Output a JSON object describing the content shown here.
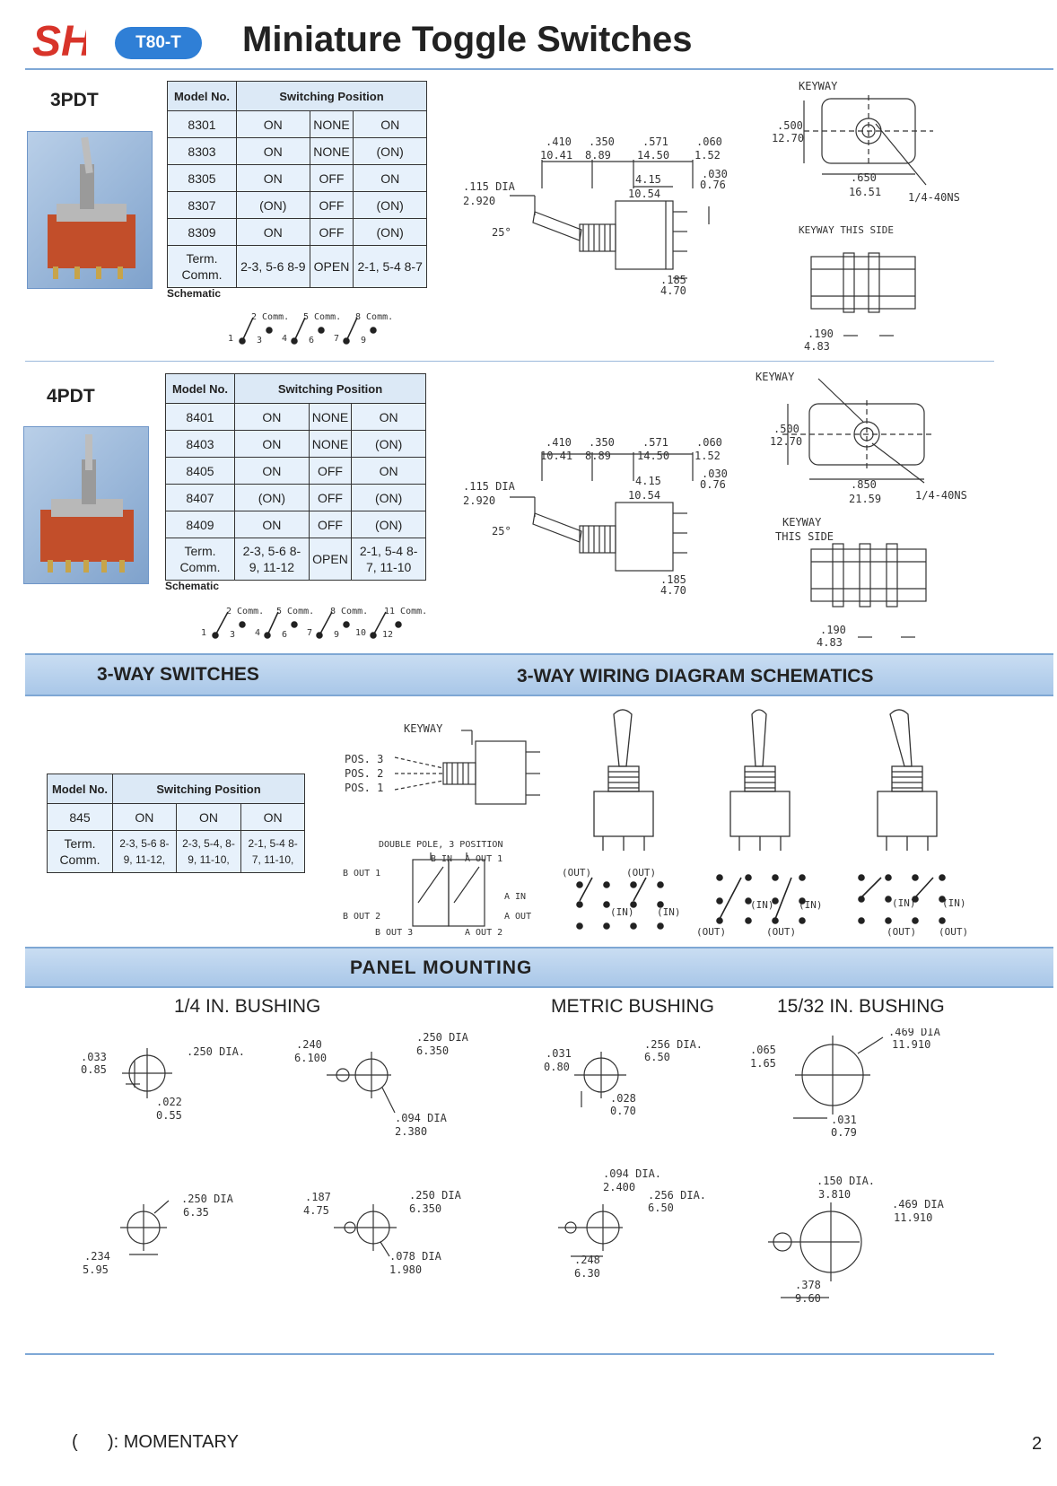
{
  "header": {
    "logo_text": "SH",
    "series": "T80-T",
    "title": "Miniature Toggle Switches"
  },
  "sections": {
    "pdt3": {
      "label": "3PDT",
      "schematic_label": "Schematic",
      "table": {
        "headers": [
          "Model No.",
          "Switching Position"
        ],
        "rows": [
          [
            "8301",
            "ON",
            "NONE",
            "ON"
          ],
          [
            "8303",
            "ON",
            "NONE",
            "(ON)"
          ],
          [
            "8305",
            "ON",
            "OFF",
            "ON"
          ],
          [
            "8307",
            "(ON)",
            "OFF",
            "(ON)"
          ],
          [
            "8309",
            "ON",
            "OFF",
            "(ON)"
          ]
        ],
        "term": {
          "label": "Term. Comm.",
          "pos1": "2-3, 5-6 8-9",
          "pos2": "OPEN",
          "pos3": "2-1, 5-4 8-7"
        }
      },
      "schematic": {
        "comm": [
          "2 Comm.",
          "5 Comm.",
          "8 Comm."
        ],
        "pins": [
          "1",
          "3",
          "4",
          "6",
          "7",
          "9"
        ]
      }
    },
    "pdt4": {
      "label": "4PDT",
      "schematic_label": "Schematic",
      "table": {
        "headers": [
          "Model No.",
          "Switching Position"
        ],
        "rows": [
          [
            "8401",
            "ON",
            "NONE",
            "ON"
          ],
          [
            "8403",
            "ON",
            "NONE",
            "(ON)"
          ],
          [
            "8405",
            "ON",
            "OFF",
            "ON"
          ],
          [
            "8407",
            "(ON)",
            "OFF",
            "(ON)"
          ],
          [
            "8409",
            "ON",
            "OFF",
            "(ON)"
          ]
        ],
        "term": {
          "label": "Term. Comm.",
          "pos1": "2-3, 5-6 8-9, 11-12",
          "pos2": "OPEN",
          "pos3": "2-1, 5-4 8-7, 11-10"
        }
      },
      "schematic": {
        "comm": [
          "2 Comm.",
          "5 Comm.",
          "8 Comm.",
          "11 Comm."
        ],
        "pins": [
          "1",
          "3",
          "4",
          "6",
          "7",
          "9",
          "10",
          "12"
        ]
      }
    },
    "threeway": {
      "band_left": "3-WAY SWITCHES",
      "band_right": "3-WAY WIRING DIAGRAM SCHEMATICS",
      "table": {
        "headers": [
          "Model No.",
          "Switching Position"
        ],
        "row": [
          "845",
          "ON",
          "ON",
          "ON"
        ],
        "term": {
          "label": "Term. Comm.",
          "pos1": "2-3, 5-6 8-9, 11-12,",
          "pos2": "2-3, 5-4, 8-9, 11-10,",
          "pos3": "2-1, 5-4 8-7, 11-10,"
        }
      },
      "diagram": {
        "keyway": "KEYWAY",
        "pos3": "POS. 3",
        "pos2": "POS. 2",
        "pos1": "POS. 1",
        "dp_title": "DOUBLE POLE, 3 POSITION",
        "b_in": "B IN",
        "a_out1": "A OUT 1",
        "b_out1": "B OUT 1",
        "a_in": "A IN",
        "b_out2": "B OUT 2",
        "a_out": "A OUT",
        "b_out3": "B OUT 3",
        "a_out2": "A OUT 2",
        "out": "(OUT)",
        "in": "(IN)"
      }
    },
    "panel": {
      "band": "PANEL MOUNTING",
      "col1": "1/4 IN. BUSHING",
      "col2": "METRIC BUSHING",
      "col3": "15/32 IN. BUSHING"
    }
  },
  "dims3": {
    "keyway": "KEYWAY",
    "a": ".500",
    "a2": "12.70",
    "b": ".650",
    "b2": "16.51",
    "thread": "1/4-40NS",
    "keyway_side": "KEYWAY THIS SIDE",
    "c": ".190",
    "c2": "4.83",
    "d1": ".410",
    "d1m": "10.41",
    "d2": ".350",
    "d2m": "8.89",
    "d3": ".571",
    "d3m": "14.50",
    "d4": ".060",
    "d4m": "1.52",
    "d5": "4.15",
    "d5m": "10.54",
    "d6": ".030",
    "d6m": "0.76",
    "dia": ".115 DIA",
    "diam": "2.920",
    "ang": "25°",
    "h": ".185",
    "hm": "4.70"
  },
  "dims4": {
    "keyway": "KEYWAY",
    "a": ".500",
    "a2": "12.70",
    "b": ".850",
    "b2": "21.59",
    "thread": "1/4-40NS",
    "keyway_side1": "KEYWAY",
    "keyway_side2": "THIS SIDE",
    "c": ".190",
    "c2": "4.83"
  },
  "panel_dims": {
    "p1": {
      "a": ".033",
      "a2": "0.85",
      "b": ".250 DIA.",
      "c": ".022",
      "c2": "0.55"
    },
    "p2": {
      "a": ".240",
      "a2": "6.100",
      "b": ".250 DIA",
      "b2": "6.350",
      "c": ".094 DIA",
      "c2": "2.380"
    },
    "p3": {
      "a": ".031",
      "a2": "0.80",
      "b": ".256 DIA.",
      "b2": "6.50",
      "c": ".028",
      "c2": "0.70"
    },
    "p4": {
      "a": ".065",
      "a2": "1.65",
      "b": ".469 DIA",
      "b2": "11.910",
      "c": ".031",
      "c2": "0.79"
    },
    "p5": {
      "a": ".250 DIA",
      "a2": "6.35",
      "b": ".234",
      "b2": "5.95"
    },
    "p6": {
      "a": ".187",
      "a2": "4.75",
      "b": ".250 DIA",
      "b2": "6.350",
      "c": ".078 DIA",
      "c2": "1.980"
    },
    "p7": {
      "a": ".094 DIA.",
      "a2": "2.400",
      "b": ".256 DIA.",
      "b2": "6.50",
      "c": ".248",
      "c2": "6.30"
    },
    "p8": {
      "a": ".150 DIA.",
      "a2": "3.810",
      "b": ".469 DIA",
      "b2": "11.910",
      "c": ".378",
      "c2": "9.60"
    }
  },
  "footer": {
    "note": "(      ): MOMENTARY",
    "page": "2"
  },
  "colors": {
    "accent": "#2f7fd6",
    "band": "#b5cfeb",
    "logo": "#d8342a",
    "table_bg": "#e7f1fb"
  }
}
